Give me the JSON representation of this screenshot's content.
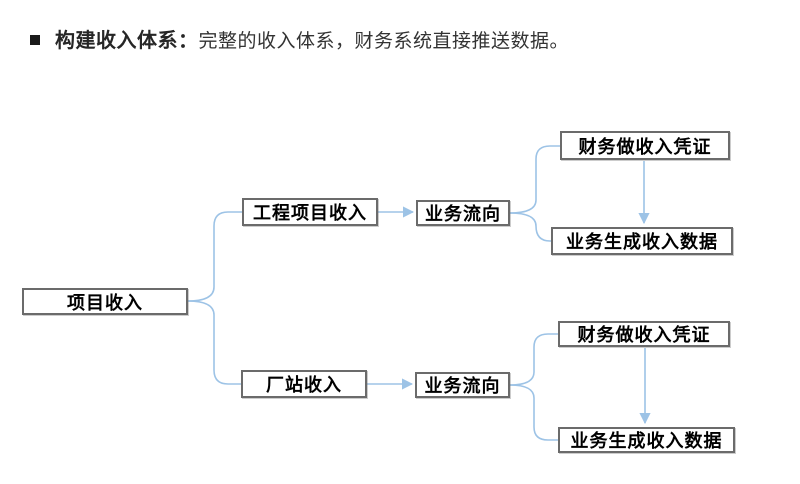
{
  "header": {
    "bullet_icon": "square-bullet",
    "lead": "构建收入体系：",
    "body": "完整的收入体系，财务系统直接推送数据。"
  },
  "diagram": {
    "root": {
      "label": "项目收入"
    },
    "branches": [
      {
        "category": {
          "label": "工程项目收入"
        },
        "flow": {
          "label": "业务流向"
        },
        "steps": [
          {
            "label": "财务做收入凭证"
          },
          {
            "label": "业务生成收入数据"
          }
        ]
      },
      {
        "category": {
          "label": "厂站收入"
        },
        "flow": {
          "label": "业务流向"
        },
        "steps": [
          {
            "label": "财务做收入凭证"
          },
          {
            "label": "业务生成收入数据"
          }
        ]
      }
    ],
    "edges": [
      "项目收入 → 工程项目收入",
      "项目收入 → 厂站收入",
      "工程项目收入 → 业务流向",
      "厂站收入 → 业务流向",
      "业务流向 → 财务做收入凭证",
      "业务流向 → 业务生成收入数据",
      "财务做收入凭证 → 业务生成收入数据"
    ]
  },
  "colors": {
    "connector": "#9DC3E6",
    "box_border": "#6B6B6B",
    "box_text": "#000000",
    "title_text": "#262626",
    "background": "#FFFFFF"
  }
}
